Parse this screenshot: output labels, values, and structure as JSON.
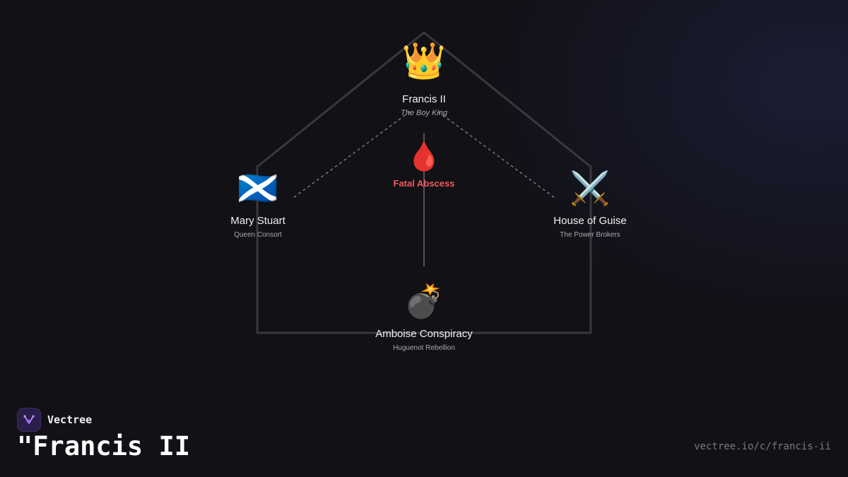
{
  "nodes": {
    "top": {
      "icon": "👑",
      "icon_name": "crown-icon",
      "title": "Francis II",
      "subtitle": "The Boy King"
    },
    "center": {
      "icon": "🩸",
      "icon_name": "blood-drop-icon",
      "label": "Fatal Abscess"
    },
    "left": {
      "icon": "🏴󠁧󠁢󠁳󠁣󠁴󠁿",
      "icon_name": "scotland-flag-icon",
      "title": "Mary Stuart",
      "subtitle": "Queen Consort"
    },
    "right": {
      "icon": "⚔️",
      "icon_name": "crossed-swords-icon",
      "title": "House of Guise",
      "subtitle": "The Power Brokers"
    },
    "bottom": {
      "icon": "💣",
      "icon_name": "bomb-icon",
      "title": "Amboise Conspiracy",
      "subtitle": "Huguenot Rebellion"
    }
  },
  "brand": {
    "name": "Vectree"
  },
  "page_title": "\"Francis II",
  "url": "vectree.io/c/francis-ii",
  "colors": {
    "background": "#111116",
    "accent_red": "#f05a5a",
    "frame": "#3a3a3f"
  }
}
